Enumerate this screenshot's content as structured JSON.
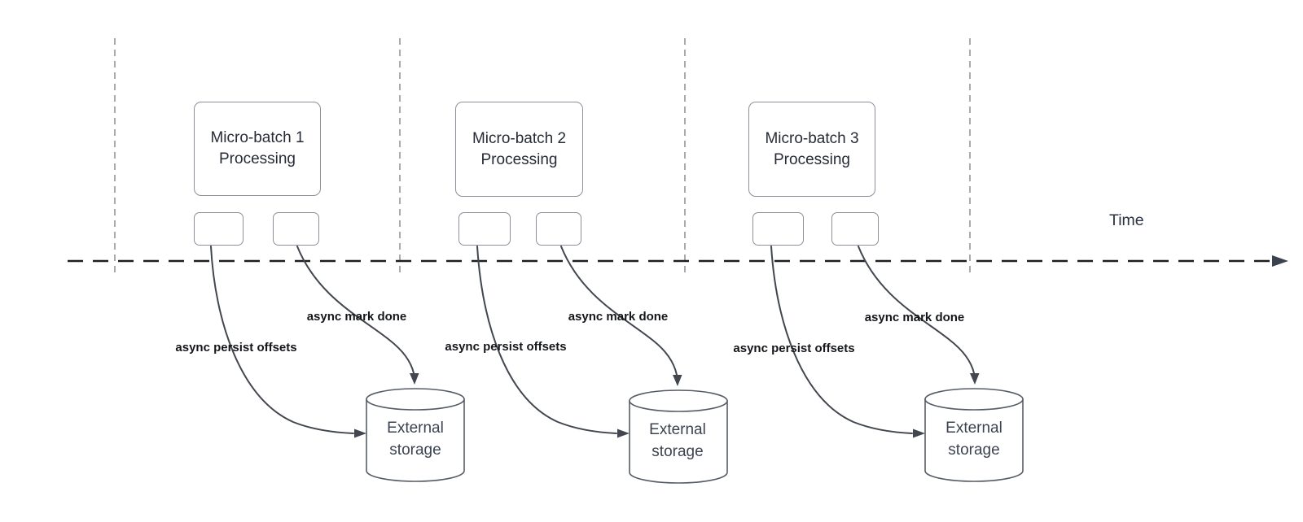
{
  "diagram": {
    "time_label": "Time",
    "groups": [
      {
        "title_line1": "Micro-batch 1",
        "title_line2": "Processing",
        "persist_label": "async persist offsets",
        "done_label": "async mark done",
        "storage_line1": "External",
        "storage_line2": "storage"
      },
      {
        "title_line1": "Micro-batch 2",
        "title_line2": "Processing",
        "persist_label": "async persist offsets",
        "done_label": "async mark done",
        "storage_line1": "External",
        "storage_line2": "storage"
      },
      {
        "title_line1": "Micro-batch 3",
        "title_line2": "Processing",
        "persist_label": "async persist offsets",
        "done_label": "async mark done",
        "storage_line1": "External",
        "storage_line2": "storage"
      }
    ],
    "colors": {
      "background": "#ffffff",
      "box_border": "#8b9099",
      "cylinder_border": "#565c66",
      "connector": "#42474f",
      "timeline": "#1b1d20",
      "gridline": "#a7abb0",
      "label_text": "#14161a",
      "box_text": "#262b36"
    }
  }
}
